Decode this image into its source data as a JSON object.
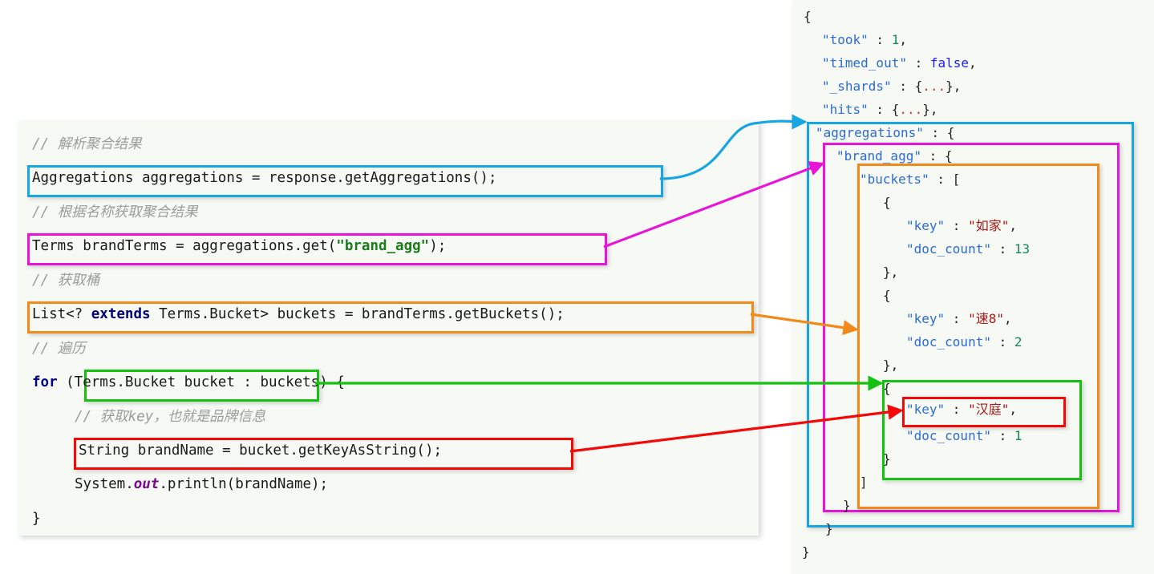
{
  "code_panel": {
    "language": "java",
    "lines": [
      {
        "id": "c1",
        "indent": 0,
        "text": "// 解析聚合结果",
        "kind": "comment"
      },
      {
        "id": "c2",
        "indent": 0,
        "text": "Aggregations aggregations = response.getAggregations();",
        "kind": "code",
        "highlight": "blue"
      },
      {
        "id": "c3",
        "indent": 0,
        "text": "// 根据名称获取聚合结果",
        "kind": "comment"
      },
      {
        "id": "c4",
        "indent": 0,
        "text": "Terms brandTerms = aggregations.get(\"brand_agg\");",
        "kind": "code",
        "highlight": "magenta"
      },
      {
        "id": "c5",
        "indent": 0,
        "text": "// 获取桶",
        "kind": "comment"
      },
      {
        "id": "c6",
        "indent": 0,
        "text": "List<? extends Terms.Bucket> buckets = brandTerms.getBuckets();",
        "kind": "code",
        "highlight": "orange"
      },
      {
        "id": "c7",
        "indent": 0,
        "text": "// 遍历",
        "kind": "comment"
      },
      {
        "id": "c8",
        "indent": 0,
        "text": "for (Terms.Bucket bucket : buckets) {",
        "kind": "code",
        "highlight": "green"
      },
      {
        "id": "c9",
        "indent": 1,
        "text": "// 获取key，也就是品牌信息",
        "kind": "comment"
      },
      {
        "id": "c10",
        "indent": 1,
        "text": "String brandName = bucket.getKeyAsString();",
        "kind": "code",
        "highlight": "red"
      },
      {
        "id": "c11",
        "indent": 1,
        "text": "System.out.println(brandName);",
        "kind": "code"
      },
      {
        "id": "c12",
        "indent": 0,
        "text": "}",
        "kind": "code"
      }
    ],
    "keywords": [
      "extends",
      "for"
    ],
    "string_literal": "\"brand_agg\"",
    "field_literal": "out"
  },
  "json_panel": {
    "lines": [
      {
        "id": "j1",
        "indent": 0,
        "key": "",
        "text": "{"
      },
      {
        "id": "j2",
        "indent": 1,
        "key": "\"took\"",
        "sep": " : ",
        "value": "1",
        "vtype": "num",
        "tail": ","
      },
      {
        "id": "j3",
        "indent": 1,
        "key": "\"timed_out\"",
        "sep": " : ",
        "value": "false",
        "vtype": "bool",
        "tail": ","
      },
      {
        "id": "j4",
        "indent": 1,
        "key": "\"_shards\"",
        "sep": " : ",
        "value": "{...}",
        "vtype": "dots",
        "tail": ","
      },
      {
        "id": "j5",
        "indent": 1,
        "key": "\"hits\"",
        "sep": " : ",
        "value": "{...}",
        "vtype": "dots",
        "tail": ","
      },
      {
        "id": "j6",
        "indent": 1,
        "key": "\"aggregations\"",
        "sep": " : ",
        "value": "{",
        "vtype": "plain",
        "tail": ""
      },
      {
        "id": "j7",
        "indent": 2,
        "key": "\"brand_agg\"",
        "sep": " : ",
        "value": "{",
        "vtype": "plain",
        "tail": ""
      },
      {
        "id": "j8",
        "indent": 3,
        "key": "\"buckets\"",
        "sep": " : ",
        "value": "[",
        "vtype": "plain",
        "tail": ""
      },
      {
        "id": "j9",
        "indent": 4,
        "key": "",
        "sep": "",
        "value": "{",
        "vtype": "plain",
        "tail": ""
      },
      {
        "id": "j10",
        "indent": 5,
        "key": "\"key\"",
        "sep": " : ",
        "value": "\"如家\"",
        "vtype": "str",
        "tail": ","
      },
      {
        "id": "j11",
        "indent": 5,
        "key": "\"doc_count\"",
        "sep": " : ",
        "value": "13",
        "vtype": "num",
        "tail": ""
      },
      {
        "id": "j12",
        "indent": 4,
        "key": "",
        "sep": "",
        "value": "}",
        "vtype": "plain",
        "tail": ","
      },
      {
        "id": "j13",
        "indent": 4,
        "key": "",
        "sep": "",
        "value": "{",
        "vtype": "plain",
        "tail": ""
      },
      {
        "id": "j14",
        "indent": 5,
        "key": "\"key\"",
        "sep": " : ",
        "value": "\"速8\"",
        "vtype": "str",
        "tail": ","
      },
      {
        "id": "j15",
        "indent": 5,
        "key": "\"doc_count\"",
        "sep": " : ",
        "value": "2",
        "vtype": "num",
        "tail": ""
      },
      {
        "id": "j16",
        "indent": 4,
        "key": "",
        "sep": "",
        "value": "}",
        "vtype": "plain",
        "tail": ","
      },
      {
        "id": "j17",
        "indent": 4,
        "key": "",
        "sep": "",
        "value": "{",
        "vtype": "plain",
        "tail": ""
      },
      {
        "id": "j18",
        "indent": 5,
        "key": "\"key\"",
        "sep": " : ",
        "value": "\"汉庭\"",
        "vtype": "str",
        "tail": ","
      },
      {
        "id": "j19",
        "indent": 5,
        "key": "\"doc_count\"",
        "sep": " : ",
        "value": "1",
        "vtype": "num",
        "tail": ""
      },
      {
        "id": "j20",
        "indent": 4,
        "key": "",
        "sep": "",
        "value": "}",
        "vtype": "plain",
        "tail": ""
      },
      {
        "id": "j21",
        "indent": 3,
        "key": "",
        "sep": "",
        "value": "]",
        "vtype": "plain",
        "tail": ""
      },
      {
        "id": "j22",
        "indent": 2,
        "key": "",
        "sep": "",
        "value": "}",
        "vtype": "plain",
        "tail": ""
      },
      {
        "id": "j23",
        "indent": 1,
        "key": "",
        "sep": "",
        "value": "}",
        "vtype": "plain",
        "tail": ""
      },
      {
        "id": "j24",
        "indent": 0,
        "key": "",
        "sep": "",
        "value": "}",
        "vtype": "plain",
        "tail": ""
      }
    ]
  },
  "mapping": {
    "colors": {
      "blue": "#17a6e0",
      "magenta": "#e815d8",
      "orange": "#f18a1b",
      "green": "#16c112",
      "red": "#f50808",
      "panel_bg": "#f7f9f4",
      "page_bg": "#ffffff",
      "comment": "#9c9c9c",
      "keyword": "#000080",
      "json_key": "#2b6cd4",
      "json_string": "#a81818",
      "json_number": "#118855",
      "json_boolean": "#1a1aff"
    },
    "arrows": [
      {
        "id": "arrow-blue",
        "from": "Aggregations aggregations = response.getAggregations();",
        "to": "\"aggregations\" : {",
        "color": "#17a6e0",
        "style": "s-curve"
      },
      {
        "id": "arrow-magenta",
        "from": "Terms brandTerms = aggregations.get(\"brand_agg\");",
        "to": "\"brand_agg\" : {",
        "color": "#e815d8",
        "style": "straight"
      },
      {
        "id": "arrow-orange",
        "from": "List<? extends Terms.Bucket> buckets = brandTerms.getBuckets();",
        "to": "buckets array element",
        "color": "#f18a1b",
        "style": "straight"
      },
      {
        "id": "arrow-green",
        "from": "Terms.Bucket bucket",
        "to": "bucket object",
        "color": "#16c112",
        "style": "straight"
      },
      {
        "id": "arrow-red",
        "from": "String brandName = bucket.getKeyAsString();",
        "to": "\"key\" : \"汉庭\",",
        "color": "#f50808",
        "style": "straight"
      }
    ]
  }
}
